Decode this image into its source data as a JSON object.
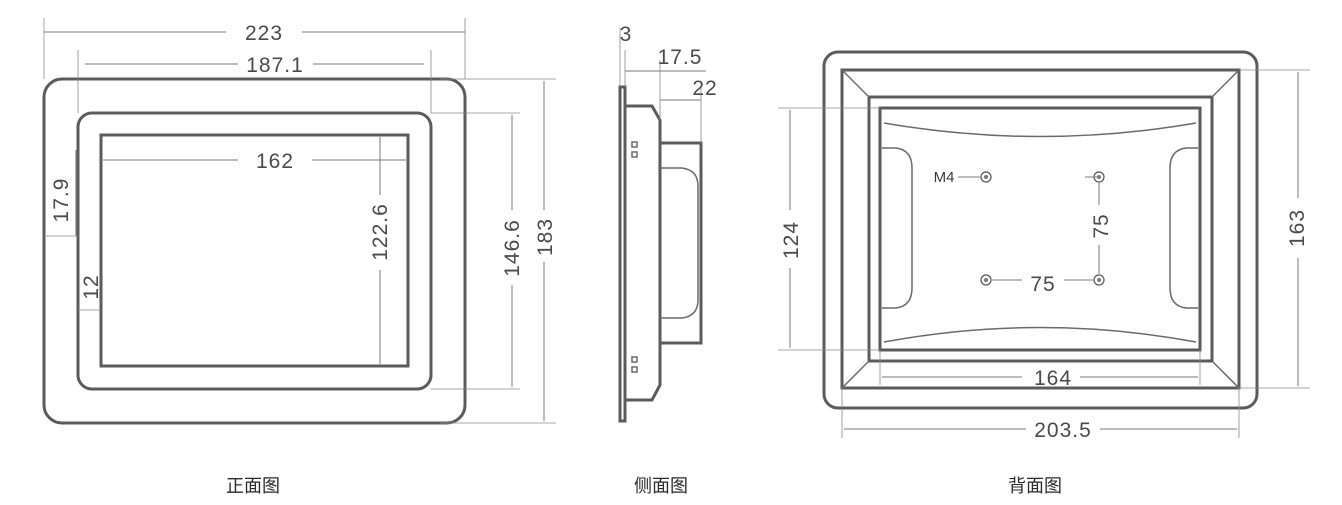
{
  "front_view": {
    "caption": "正面图",
    "dims": {
      "overall_width": "223",
      "bezel_width": "187.1",
      "screen_width": "162",
      "screen_height": "122.6",
      "bezel_height": "146.6",
      "overall_height": "183",
      "side_margin": "17.9",
      "inner_margin": "12"
    }
  },
  "side_view": {
    "caption": "侧面图",
    "dims": {
      "panel_thickness": "3",
      "depth_to_box": "17.5",
      "total_depth": "22"
    }
  },
  "back_view": {
    "caption": "背面图",
    "dims": {
      "outer_width": "203.5",
      "inner_width": "164",
      "outer_height": "163",
      "inner_height": "124",
      "vesa_horizontal": "75",
      "vesa_vertical": "75",
      "screw_label": "M4"
    }
  }
}
